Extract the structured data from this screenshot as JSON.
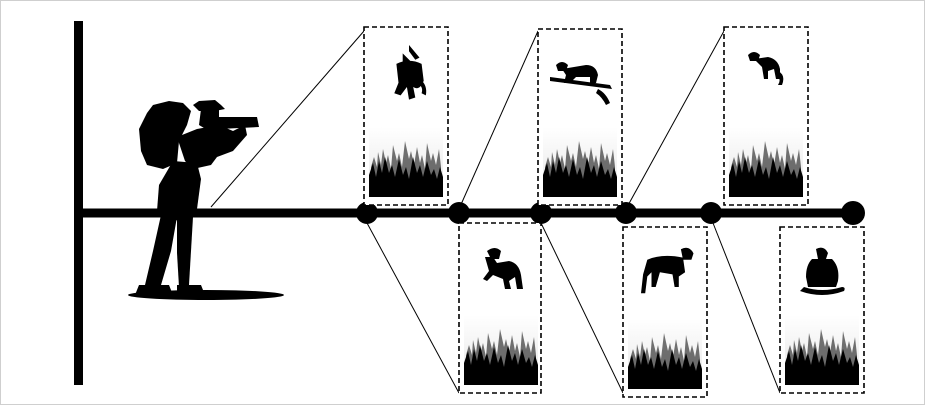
{
  "figure": {
    "timeline": {
      "axis": "vertical-post-with-horizontal-timeline",
      "node_count": 6,
      "end_marker": true
    },
    "observer": {
      "icon": "photographer-with-binoculars-icon"
    },
    "observations": [
      {
        "position": "above",
        "animal": "hanging-monkey-icon"
      },
      {
        "position": "below",
        "animal": "sitting-monkey-icon"
      },
      {
        "position": "above",
        "animal": "monkey-on-branch-icon"
      },
      {
        "position": "below",
        "animal": "walking-monkey-icon"
      },
      {
        "position": "above",
        "animal": "small-monkey-icon"
      },
      {
        "position": "below",
        "animal": "seated-monkey-with-curled-tail-icon"
      }
    ],
    "panel_background": "forest-silhouette-icon",
    "colors": {
      "ink": "#000000",
      "background": "#ffffff",
      "fog": "#eeeeee"
    }
  }
}
